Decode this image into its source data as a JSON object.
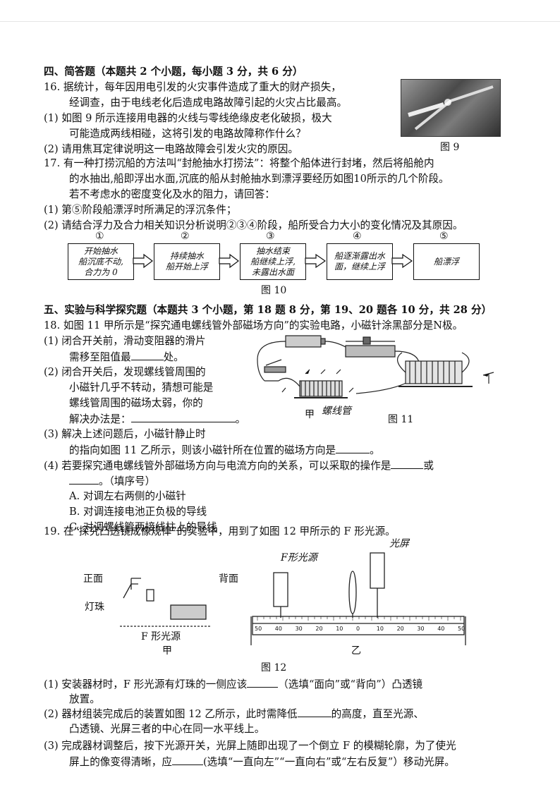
{
  "section4": {
    "heading": "四、简答题（本题共 2 个小题，每小题 3 分，共 6 分）",
    "q16": {
      "l1": "16.   据统计，每年因用电引发的火灾事件造成了重大的财产损失，",
      "l2": "经调查，由于电线老化后造成电路故障引起的火灾占比最高。",
      "l3": "(1)  如图 9 所示连接用电器的火线与零线绝缘皮老化破损，极大",
      "l4": "可能造成两线相碰，这将引发的电路故障称作什么？",
      "l5": "(2)  请用焦耳定律说明这一电路故障会引发火灾的原因。",
      "fig_caption": "图 9"
    },
    "q17": {
      "l1": "17.   有一种打捞沉船的方法叫“封舱抽水打捞法”：将整个船体进行封堵，然后将船舱内",
      "l2": "的水抽出,船即浮出水面,沉底的船从封舱抽水到漂浮要经历如图10所示的几个阶段。",
      "l3": "若不考虑水的密度变化及水的阻力，请回答：",
      "l4": "(1)  第⑤阶段船漂浮时所满足的浮沉条件；",
      "l5": "(2)  请结合浮力及合力相关知识分析说明②③④阶段，船所受合力大小的变化情况及其原因。",
      "flow": [
        {
          "num": "①",
          "text": [
            "开始抽水",
            "船沉底不动,",
            "合力为 0"
          ]
        },
        {
          "num": "②",
          "text": [
            "持续抽水",
            "船开始上浮"
          ]
        },
        {
          "num": "③",
          "text": [
            "抽水结束",
            "船继续上浮,",
            "未露出水面"
          ]
        },
        {
          "num": "④",
          "text": [
            "船逐渐露出水",
            "面，继续上浮"
          ]
        },
        {
          "num": "⑤",
          "text": [
            "船漂浮"
          ]
        }
      ],
      "fig_caption": "图 10"
    }
  },
  "section5": {
    "heading": "五、实验与科学探究题（本题共 3 个小题，第 18 题 8 分，第 19、20 题各 10 分，共 28 分）",
    "q18": {
      "l1": "18.   如图 11 甲所示是“探究通电螺线管外部磁场方向”的实验电路，小磁针涂黑部分是N极。",
      "p1a": "(1)   闭合开关前，滑动变阻器的滑片",
      "p1b": "需移至阻值最",
      "p1c": "处。",
      "p2a": "(2)  闭合开关后，发现螺线管周围的",
      "p2b": "小磁针几乎不转动，猜想可能是",
      "p2c": "螺线管周围的磁场太弱，你的",
      "p2d": "解决办法是：",
      "p2e": "。",
      "p3a": "(3)  解决上述问题后，小磁针静止时",
      "p3b": "的指向如图 11 乙所示，则该小磁针所在位置的磁场方向是",
      "p3c": "。",
      "p4a": "(4)  若要探究通电螺线管外部磁场方向与电流方向的关系，可以采取的操作是",
      "p4b": "或",
      "p4c": "。（填序号）",
      "optA": "A.  对调左右两侧的小磁针",
      "optB": "B.  对调连接电池正负极的导线",
      "optC": "C.  对调螺线管两接线柱上的导线",
      "fig_label_jia": "甲",
      "fig_label_coil": "螺线管",
      "fig_caption": "图 11"
    },
    "q19": {
      "l1": "19.   在“探究凸透镜成像规律”的实验中，用到了如图 12 甲所示的 F 形光源。",
      "front": "正面",
      "back": "背面",
      "bulb": "灯珠",
      "f_source_jia": "F 形光源",
      "jia": "甲",
      "f_source_yi": "F形光源",
      "screen": "光屏",
      "yi": "乙",
      "ruler_ticks": [
        "50",
        "40",
        "30",
        "20",
        "10",
        "0",
        "10",
        "20",
        "30",
        "40",
        "50"
      ],
      "fig_caption": "图 12",
      "p1a": "(1)  安装器材时，F 形光源有灯珠的一侧应该",
      "p1b": "（选填“面向”或“背向”）凸透镜",
      "p1c": "放置。",
      "p2a": "(2)  器材组装完成后的装置如图 12 乙所示，此时需降低",
      "p2b": "的高度，直至光源、",
      "p2c": "凸透镜、光屏三者的中心在同一水平线上。",
      "p3a": "(3)   完成器材调整后，按下光源开关，光屏上随即出现了一个倒立 F 的模糊轮廓，为了使光",
      "p3b": "屏上的像变得清晰，应",
      "p3c": "(选填“一直向左”“一直向右”或“左右反复”）移动光屏。"
    }
  }
}
